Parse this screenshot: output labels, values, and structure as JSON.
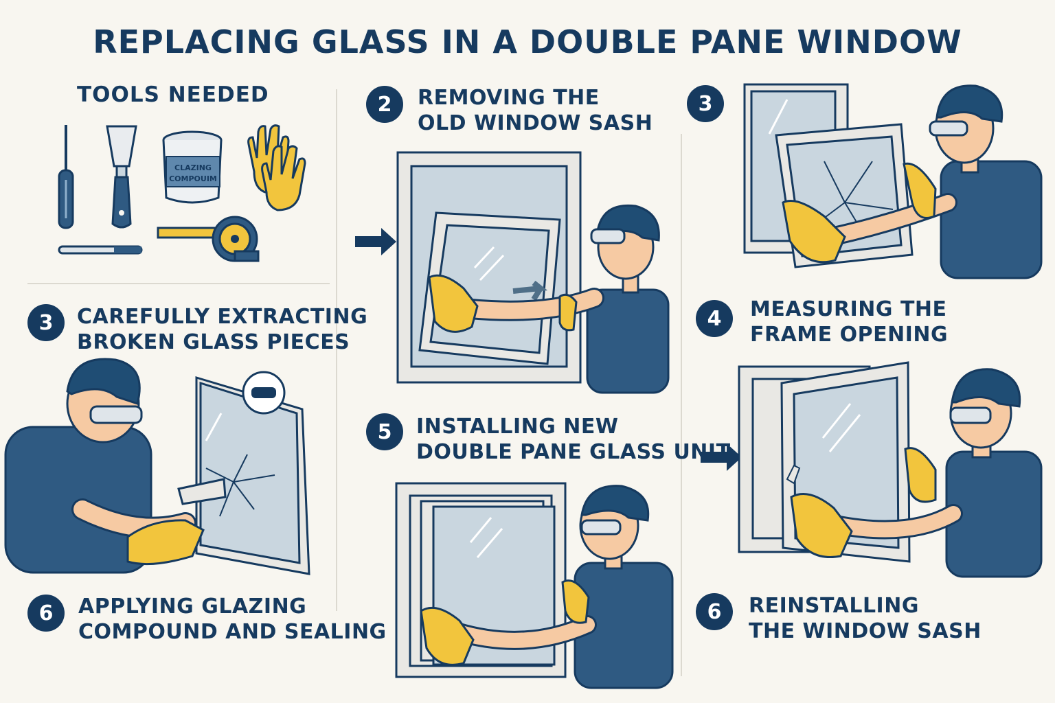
{
  "title": "REPLACING GLASS IN A DOUBLE PANE WINDOW",
  "tools": {
    "heading": "TOOLS NEEDED",
    "compound_label_line1": "CLAZING",
    "compound_label_line2": "COMPOUIM",
    "items": [
      "screwdriver-icon",
      "putty-knife-icon",
      "glazing-compound-tub-icon",
      "gloves-icon",
      "utility-knife-icon",
      "tape-measure-icon"
    ]
  },
  "steps": [
    {
      "id": "removing-sash",
      "number": "2",
      "line1": "REMOVING THE",
      "line2": "OLD WINDOW SASH"
    },
    {
      "id": "step-3-top",
      "number": "3",
      "line1": "",
      "line2": ""
    },
    {
      "id": "extracting-glass",
      "number": "3",
      "line1": "CAREFULLY EXTRACTING",
      "line2": "BROKEN GLASS PIECES"
    },
    {
      "id": "measuring",
      "number": "4",
      "line1": "MEASURING THE",
      "line2": "FRAME OPENING"
    },
    {
      "id": "installing",
      "number": "5",
      "line1": "INSTALLING NEW",
      "line2": "DOUBLE PANE GLASS UNIT"
    },
    {
      "id": "applying",
      "number": "6",
      "line1": "APPLYING GLAZING",
      "line2": "COMPOUND AND SEALING"
    },
    {
      "id": "reinstalling",
      "number": "6",
      "line1": "REINSTALLING",
      "line2": "THE WINDOW SASH"
    }
  ],
  "colors": {
    "navy": "#163a5f",
    "shirt": "#2f5a82",
    "glove": "#f2c53d",
    "skin": "#f6caa3",
    "glass": "#c9d6df",
    "frame": "#e9e8e4",
    "background": "#f8f6f0"
  }
}
